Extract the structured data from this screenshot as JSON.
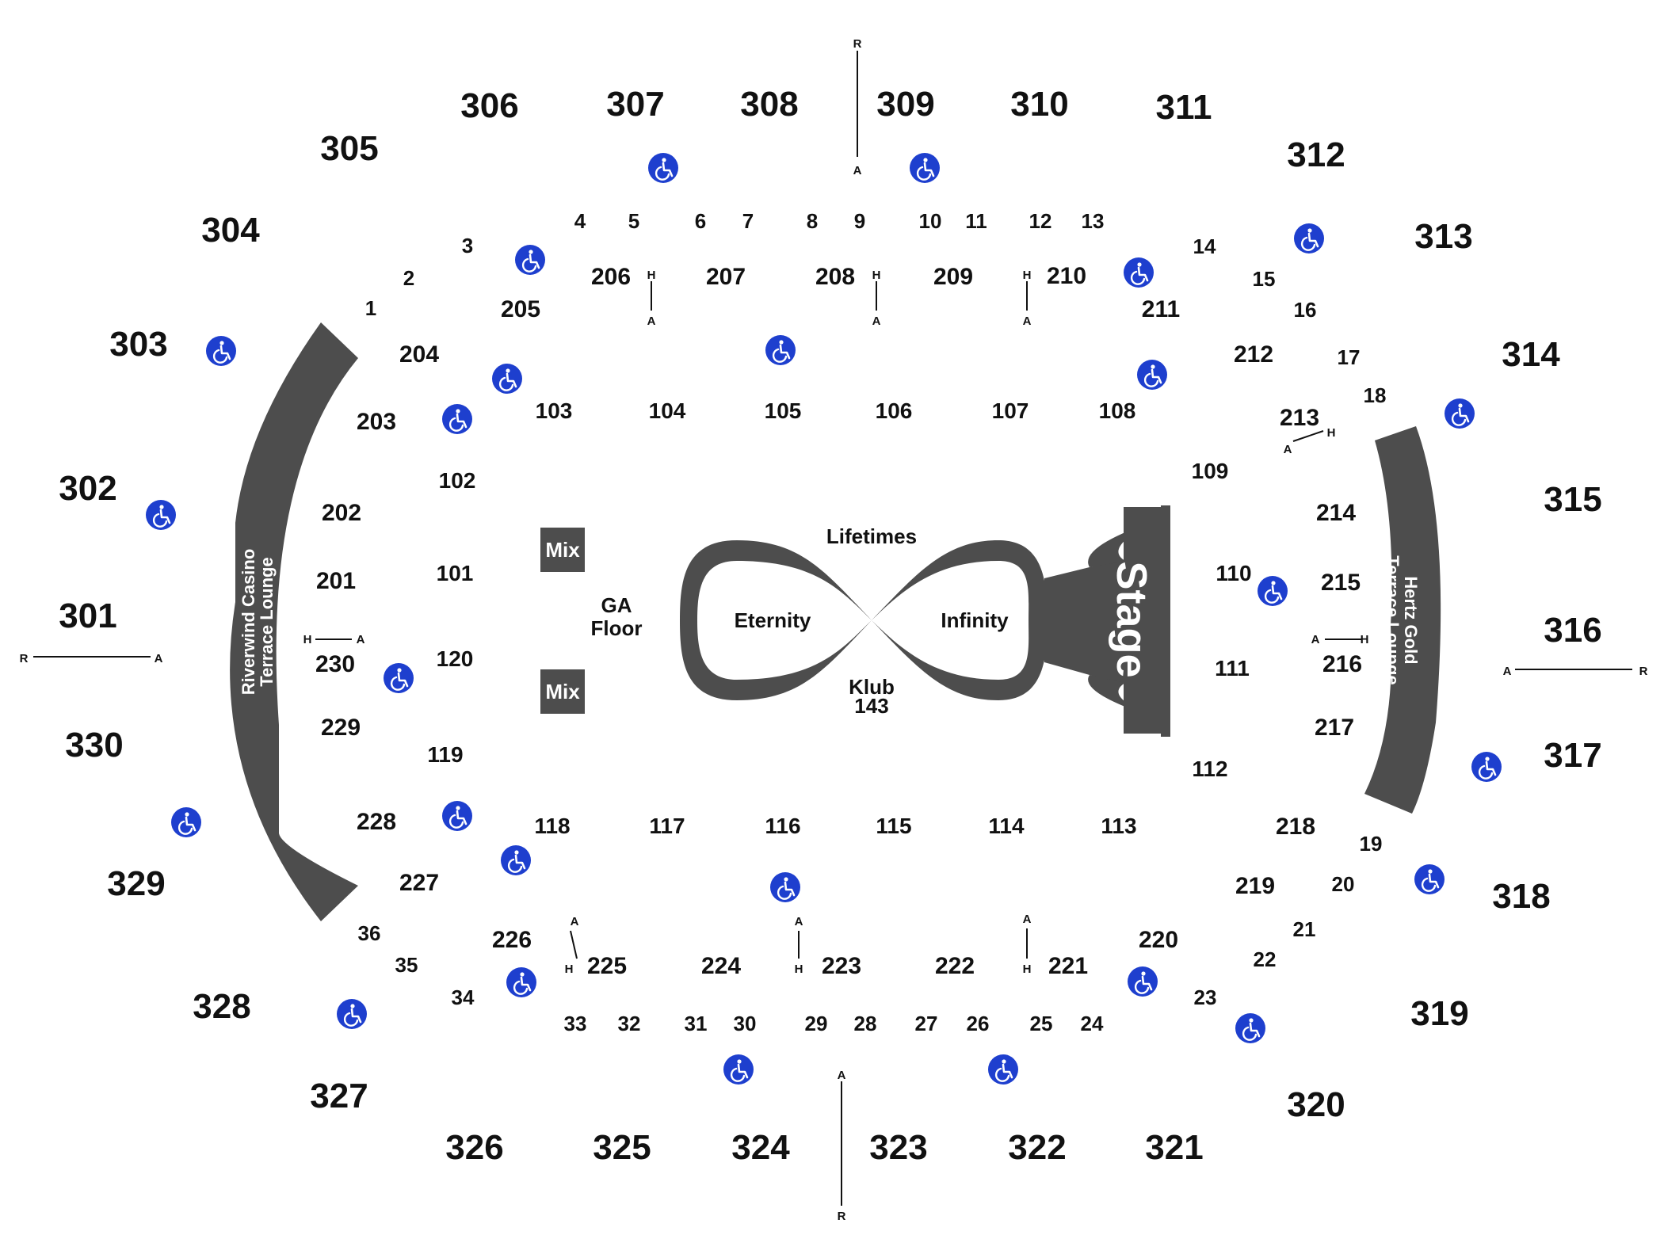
{
  "colors": {
    "structure": "#4d4d4d",
    "accessible": "#1e3fce",
    "text": "#111111",
    "background": "#ffffff"
  },
  "labels": {
    "stage": "Stage",
    "ga_floor_line1": "GA",
    "ga_floor_line2": "Floor",
    "mix": "Mix",
    "lifetimes": "Lifetimes",
    "eternity": "Eternity",
    "infinity": "Infinity",
    "klub_line1": "Klub",
    "klub_line2": "143",
    "lounge_left_line1": "Riverwind Casino",
    "lounge_left_line2": "Terrace Lounge",
    "lounge_right_line1": "Hertz Gold",
    "lounge_right_line2": "Terrace Lounge"
  },
  "sections_100": [
    "101",
    "102",
    "103",
    "104",
    "105",
    "106",
    "107",
    "108",
    "109",
    "110",
    "111",
    "112",
    "113",
    "114",
    "115",
    "116",
    "117",
    "118",
    "119",
    "120"
  ],
  "sections_200": [
    "201",
    "202",
    "203",
    "204",
    "205",
    "206",
    "207",
    "208",
    "209",
    "210",
    "211",
    "212",
    "213",
    "214",
    "215",
    "216",
    "217",
    "218",
    "219",
    "220",
    "221",
    "222",
    "223",
    "224",
    "225",
    "226",
    "227",
    "228",
    "229",
    "230"
  ],
  "sections_300": [
    "301",
    "302",
    "303",
    "304",
    "305",
    "306",
    "307",
    "308",
    "309",
    "310",
    "311",
    "312",
    "313",
    "314",
    "315",
    "316",
    "317",
    "318",
    "319",
    "320",
    "321",
    "322",
    "323",
    "324",
    "325",
    "326",
    "327",
    "328",
    "329",
    "330"
  ],
  "suites": [
    "1",
    "2",
    "3",
    "4",
    "5",
    "6",
    "7",
    "8",
    "9",
    "10",
    "11",
    "12",
    "13",
    "14",
    "15",
    "16",
    "17",
    "18",
    "19",
    "20",
    "21",
    "22",
    "23",
    "24",
    "25",
    "26",
    "27",
    "28",
    "29",
    "30",
    "31",
    "32",
    "33",
    "34",
    "35",
    "36"
  ],
  "markers": {
    "r": "R",
    "a": "A",
    "h": "H"
  },
  "icons": {
    "accessible": "wheelchair-icon"
  }
}
